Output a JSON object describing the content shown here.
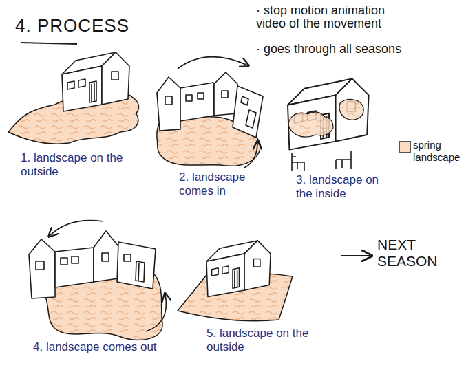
{
  "diagram": {
    "title": "4. PROCESS",
    "nodes": [
      {
        "text": [
          "1. landscape on the outside"
        ]
      },
      {
        "text": [
          "2. landscape comes in"
        ]
      },
      {
        "text": [
          "3. landscape on the inside"
        ]
      },
      {
        "text": [
          "4. landscape comes out"
        ]
      },
      {
        "text": [
          "5. landscape on the outside"
        ]
      },
      {
        "text": [
          "NEXT SEASON"
        ]
      }
    ],
    "edges": [
      {
        "from": 4,
        "to": 5,
        "arrow": "to"
      }
    ],
    "labels": [
      "· stop motion animation video of the movement",
      "· goes through all seasons"
    ],
    "legend": [
      {
        "text": "spring landscape",
        "color": "#f9dcc3"
      }
    ]
  }
}
